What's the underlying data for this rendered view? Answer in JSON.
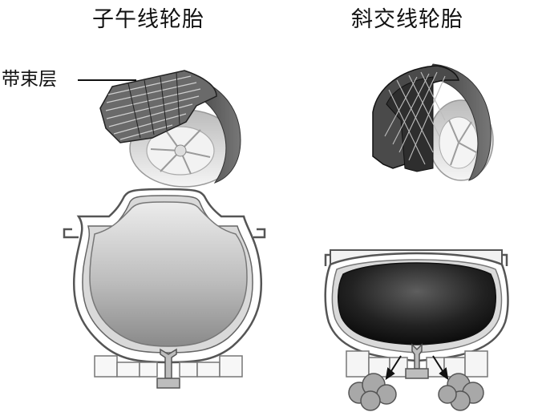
{
  "titles": {
    "radial": "子午线轮胎",
    "bias": "斜交线轮胎"
  },
  "labels": {
    "belt_layer": "带束层"
  },
  "colors": {
    "outline": "#555555",
    "rubber_fill": "#d9d9d9",
    "belt_fill": "#6a6a6a",
    "tube_radial_light": "#e0e0e0",
    "tube_radial_dark": "#8a8a8a",
    "tube_bias_light": "#5e5e5e",
    "tube_bias_dark": "#0a0a0a",
    "leak_smoke": "#a8a8a8"
  }
}
